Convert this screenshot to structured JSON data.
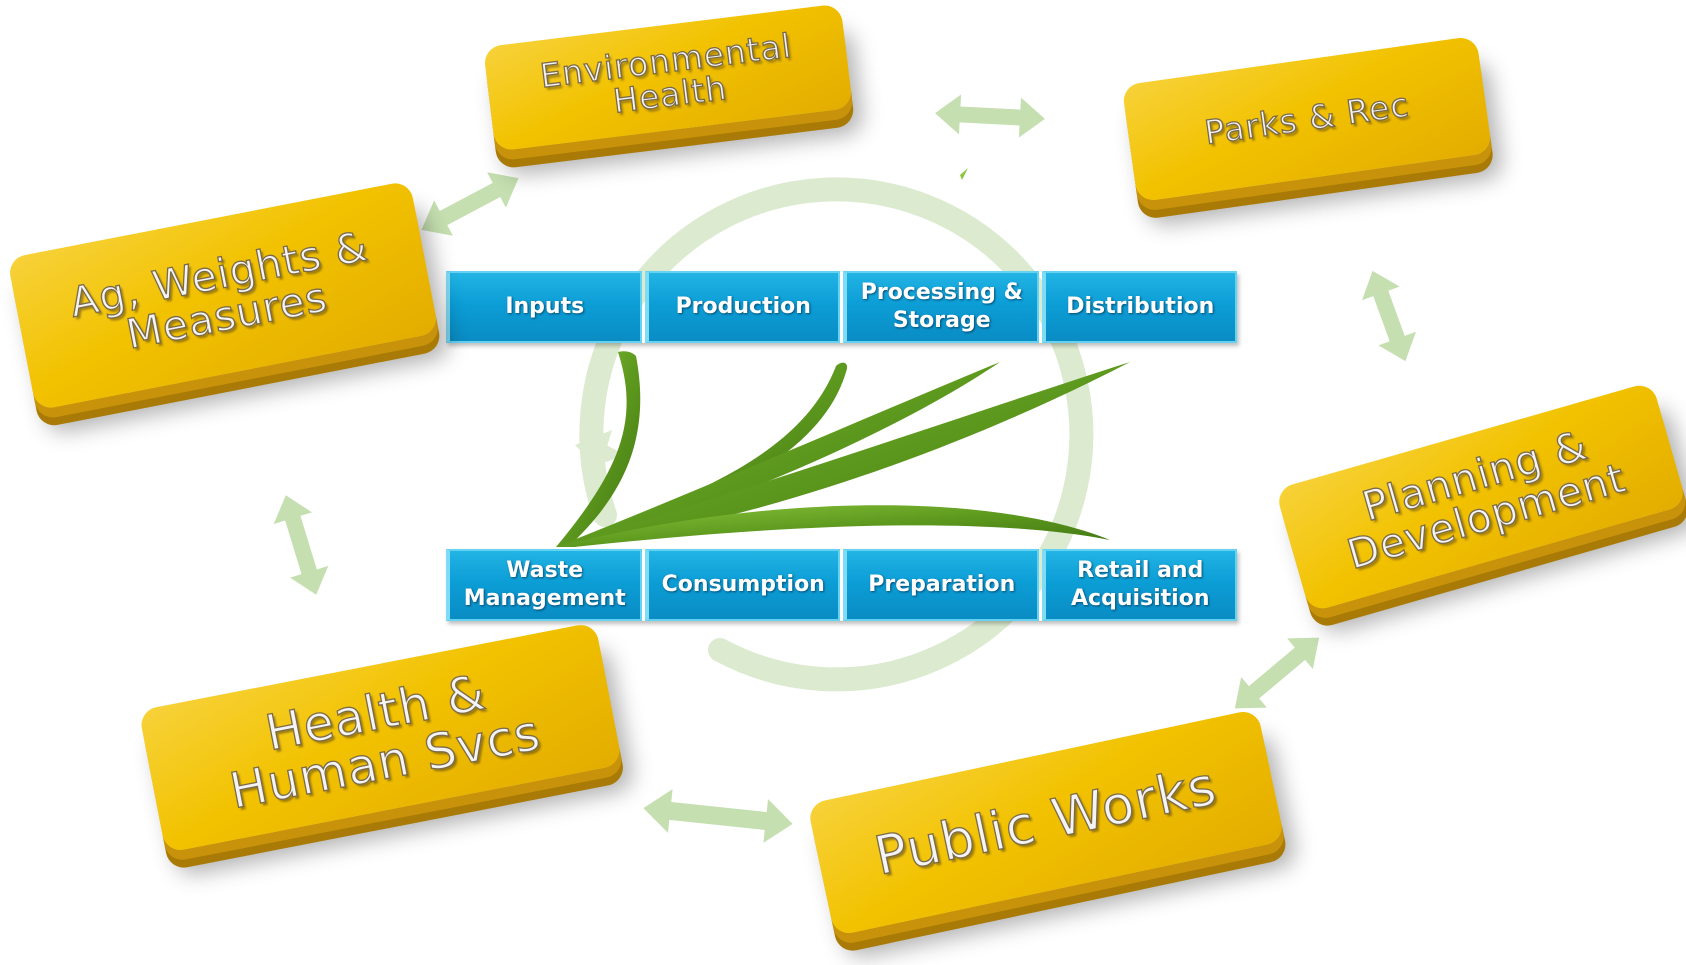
{
  "departments": {
    "environmental_health": "Environmental\nHealth",
    "parks_rec": "Parks & Rec",
    "ag_weights_measures": "Ag, Weights &\nMeasures",
    "planning_development": "Planning &\nDevelopment",
    "health_human_svcs": "Health &\nHuman Svcs",
    "public_works": "Public Works"
  },
  "food_system": {
    "top_row": [
      "Inputs",
      "Production",
      "Processing &\nStorage",
      "Distribution"
    ],
    "bottom_row": [
      "Waste\nManagement",
      "Consumption",
      "Preparation",
      "Retail and\nAcquisition"
    ]
  },
  "colors": {
    "block_gold": "#f2c200",
    "bar_blue": "#0c9ed6",
    "arrow_green": "#c5dfb0",
    "cycle_ring": "#dcebd0",
    "leaf_green": "#5e9a1e"
  }
}
